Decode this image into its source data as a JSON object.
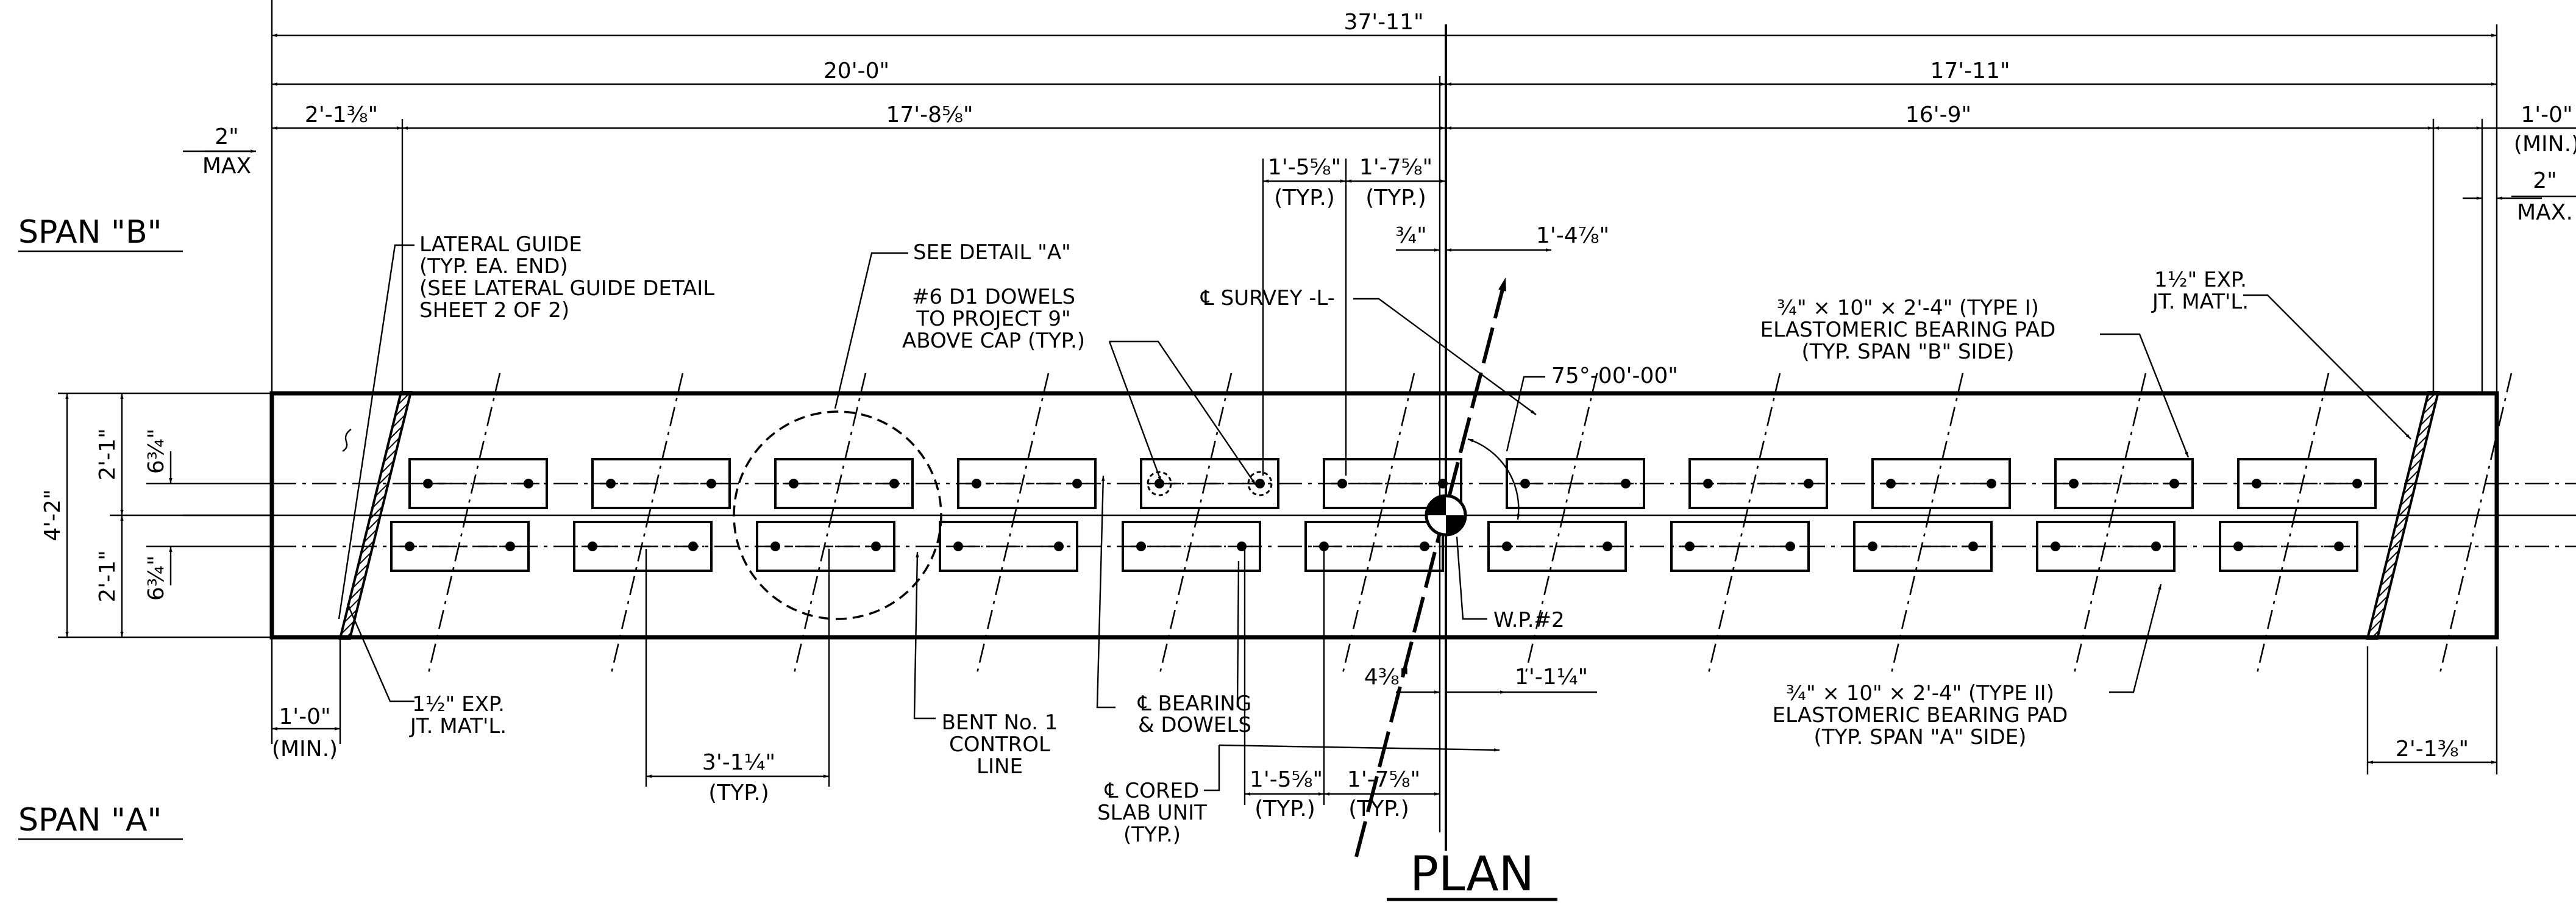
{
  "title": "PLAN",
  "span_b": "SPAN \"B\"",
  "span_a": "SPAN \"A\"",
  "dims": {
    "overall": "37'-11\"",
    "left_total": "20'-0\"",
    "right_total": "17'-11\"",
    "left_end": "2'-1⅜\"",
    "left_mid": "17'-8⅝\"",
    "right_mid": "16'-9\"",
    "left_max_val": "2\"",
    "left_max_word": "MAX",
    "right_min_val": "1'-0\"",
    "right_min_word": "(MIN.)",
    "right_max_val": "2\"",
    "right_max_word": "MAX.",
    "top_a": "1'-5⅝\"",
    "top_a_typ": "(TYP.)",
    "top_b": "1'-7⅝\"",
    "top_b_typ": "(TYP.)",
    "three_quarter": "¾\"",
    "one_four": "1'-4⅞\"",
    "angle": "75°-00'-00\"",
    "height_total": "4'-2\"",
    "height_top": "2'-1\"",
    "height_bot": "2'-1\"",
    "off_top": "6¾\"",
    "off_bot": "6¾\"",
    "bottom_min_val": "1'-0\"",
    "bottom_min_word": "(MIN.)",
    "spacing": "3'-1¼\"",
    "spacing_typ": "(TYP.)",
    "bot_a": "1'-5⅝\"",
    "bot_a_typ": "(TYP.)",
    "bot_b": "1'-7⅝\"",
    "bot_b_typ": "(TYP.)",
    "four_three": "4⅜\"",
    "one_one": "1'-1¼\"",
    "right_end": "2'-1⅜\""
  },
  "notes": {
    "lateral_guide": [
      "LATERAL GUIDE",
      "(TYP. EA. END)",
      "(SEE LATERAL GUIDE DETAIL",
      "SHEET 2 OF 2)"
    ],
    "see_detail": "SEE DETAIL \"A\"",
    "dowels": [
      "#6 D1 DOWELS",
      "TO PROJECT 9\"",
      "ABOVE CAP (TYP.)"
    ],
    "survey": "℄ SURVEY -L-",
    "pad_type1": [
      "¾\" × 10\" × 2'-4\" (TYPE I)",
      "ELASTOMERIC BEARING PAD",
      "(TYP. SPAN \"B\" SIDE)"
    ],
    "exp_top": [
      "1½\" EXP.",
      "JT. MAT'L."
    ],
    "exp_bot": [
      "1½\" EXP.",
      "JT. MAT'L."
    ],
    "bent": [
      "BENT No. 1",
      "CONTROL",
      "LINE"
    ],
    "bearing": [
      "℄ BEARING",
      "& DOWELS"
    ],
    "cored": [
      "℄ CORED",
      "SLAB UNIT",
      "(TYP.)"
    ],
    "wp": "W.P.#2",
    "pad_type2": [
      "¾\" × 10\" × 2'-4\" (TYPE II)",
      "ELASTOMERIC BEARING PAD",
      "(TYP. SPAN \"A\" SIDE)"
    ]
  },
  "pads": {
    "top_row_count": 11,
    "bottom_row_count": 11
  }
}
